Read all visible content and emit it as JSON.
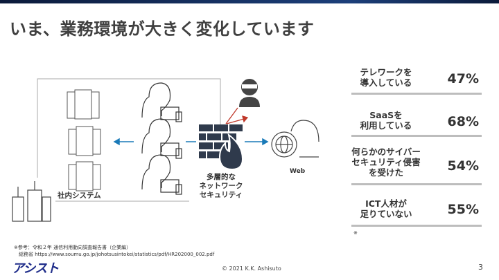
{
  "title": "いま、業務環境が大きく変化しています",
  "diagram": {
    "internal_label": "社内システム",
    "security_label": [
      "多層的な",
      "ネットワーク",
      "セキュリティ"
    ],
    "web_label": "Web"
  },
  "stats": [
    {
      "label": [
        "テレワークを",
        "導入している"
      ],
      "value": "47%"
    },
    {
      "label": [
        "SaaSを",
        "利用している"
      ],
      "value": "68%"
    },
    {
      "label": [
        "何らかのサイバー",
        "セキュリティ侵害",
        "を受けた"
      ],
      "value": "54%"
    },
    {
      "label": [
        "ICT人材が",
        "足りていない"
      ],
      "value": "55%"
    }
  ],
  "asterisk": "※",
  "source": {
    "line1": "※参考：令和２年 通信利用動向調査報告書（企業編）",
    "line2": "総務省 https://www.soumu.go.jp/johotsusintokei/statistics/pdf/HR202000_002.pdf"
  },
  "logo": "アシスト",
  "copyright": "© 2021 K.K. Ashisuto",
  "page_number": "3",
  "colors": {
    "accent": "#1a7ab8",
    "threat": "#c0392b",
    "icon": "#2f3a4c",
    "logo": "#1f2d8a"
  }
}
